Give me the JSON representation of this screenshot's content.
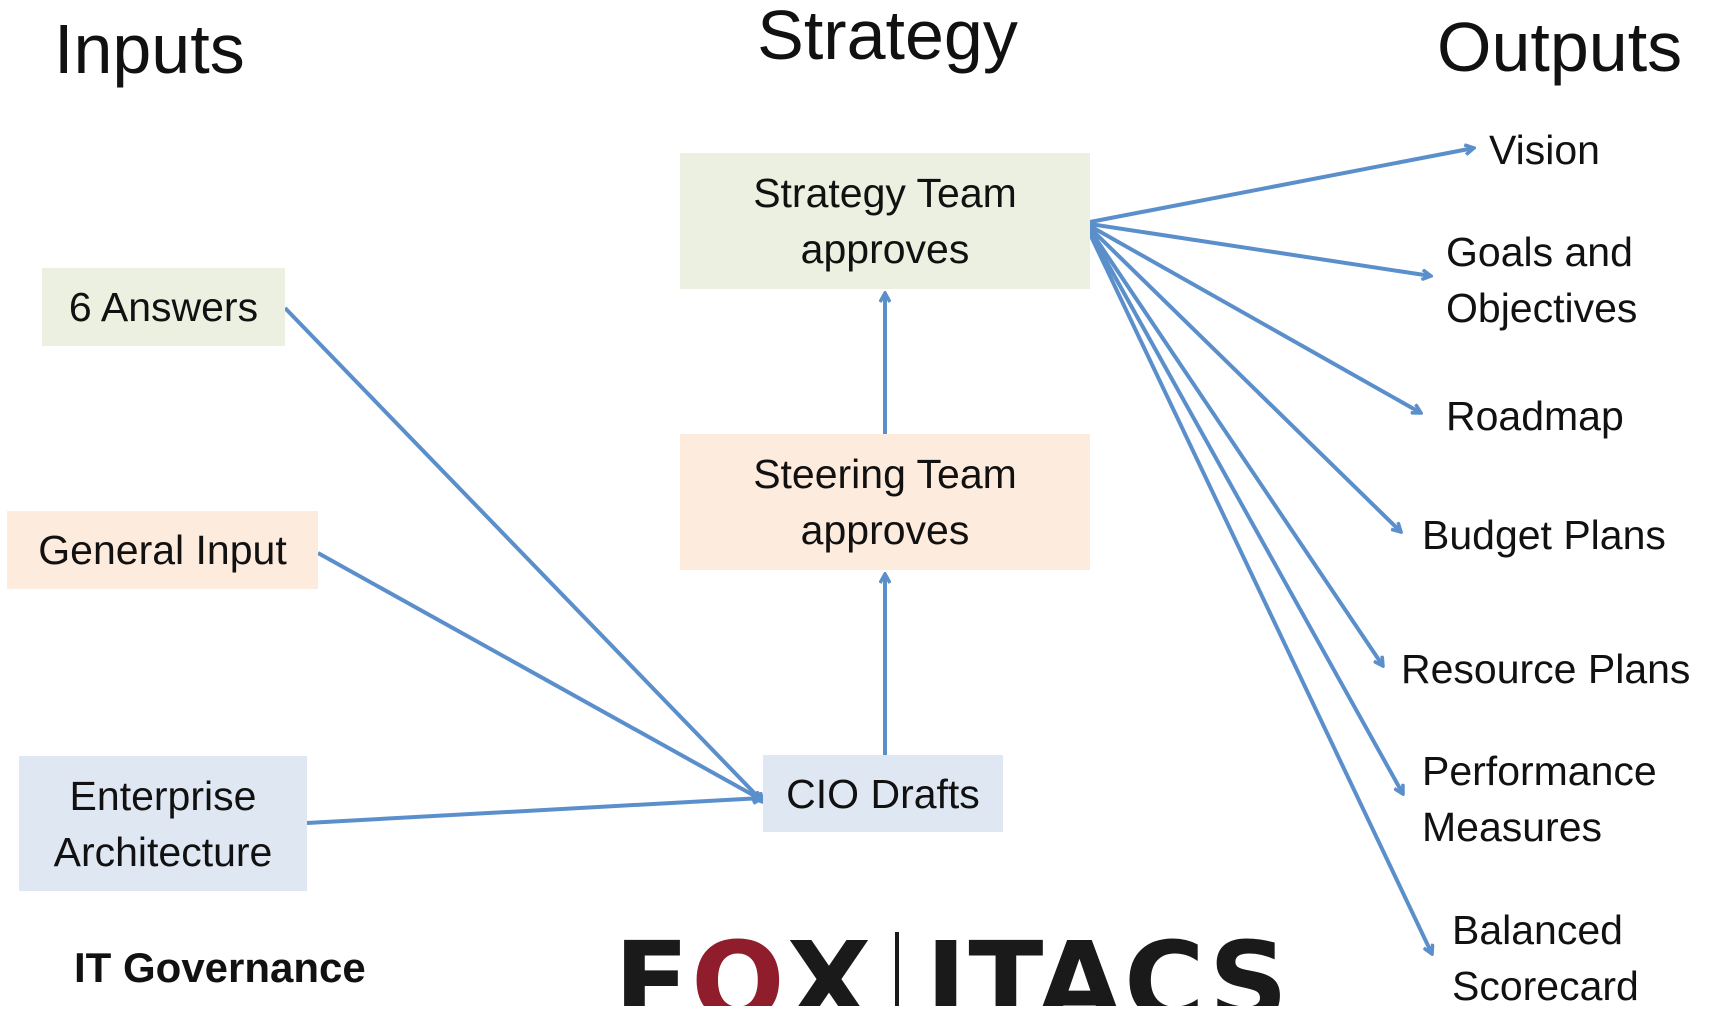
{
  "headings": {
    "inputs": "Inputs",
    "strategy": "Strategy",
    "outputs": "Outputs"
  },
  "inputs": {
    "answers": "6 Answers",
    "general": "General Input",
    "enterprise_architecture": "Enterprise\nArchitecture"
  },
  "strategy": {
    "cio": "CIO Drafts",
    "steering": "Steering Team\napproves",
    "team": "Strategy Team\napproves"
  },
  "outputs": [
    "Vision",
    "Goals and\nObjectives",
    "Roadmap",
    "Budget Plans",
    "Resource Plans",
    "Performance\nMeasures",
    "Balanced\nScorecard"
  ],
  "footer": "IT Governance",
  "logo": {
    "part1": "F",
    "part_o": "O",
    "part2": "X",
    "part3": "ITACS"
  },
  "colors": {
    "arrow": "#5b8fcb",
    "input_green": "#ebf0e1",
    "input_peach": "#fdebdd",
    "input_blue": "#dfe7f2",
    "logo_red": "#8f1d2c"
  }
}
